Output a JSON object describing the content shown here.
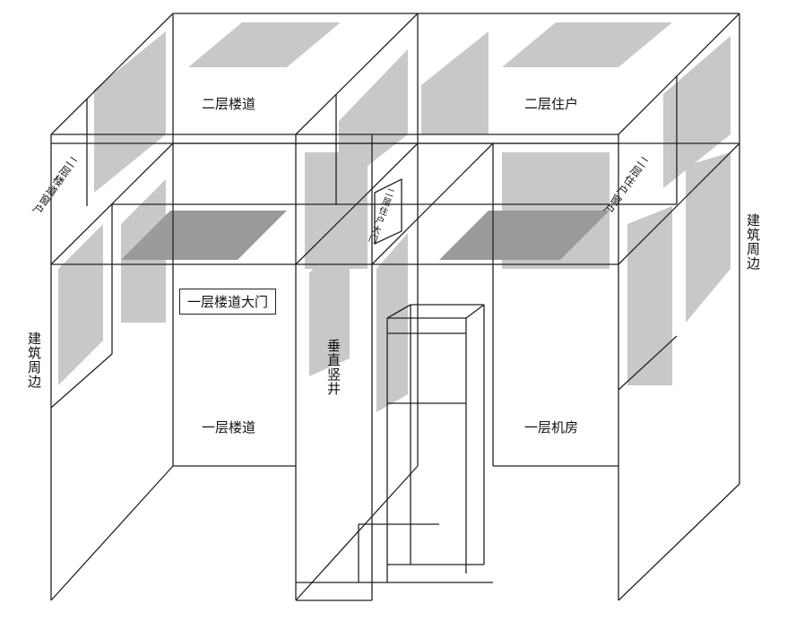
{
  "labels": {
    "floor2_corridor": "二层楼道",
    "floor2_residence": "二层住户",
    "floor2_corridor_window": "二层楼道窗户",
    "floor2_residence_window": "二层住户窗户",
    "floor2_residence_door": "二层住户大门",
    "floor1_corridor_door": "一层楼道大门",
    "building_perimeter_left": "建筑周边",
    "building_perimeter_right": "建筑周边",
    "vertical_shaft": "垂直竖井",
    "floor1_corridor": "一层楼道",
    "floor1_machine_room": "一层机房"
  },
  "colors": {
    "panel": "#c8c8c8",
    "panel_dark": "#9a9a9a",
    "line": "#222222"
  }
}
